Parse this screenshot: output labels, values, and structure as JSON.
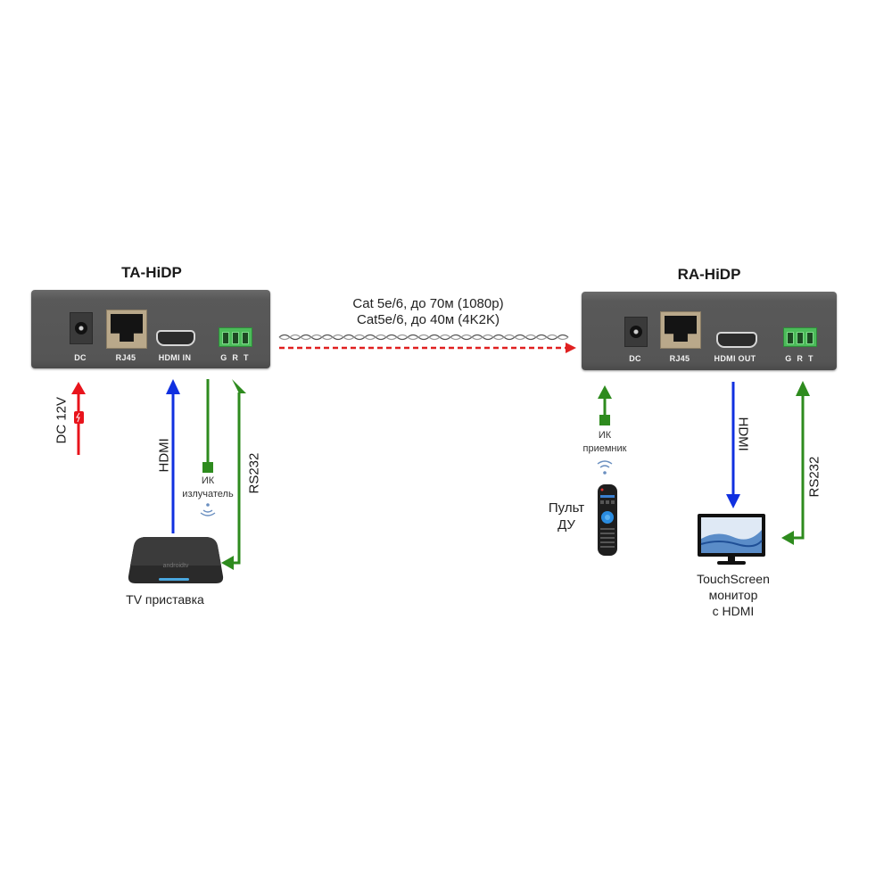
{
  "transmitter": {
    "title": "TA-HiDP",
    "ports": [
      "DC",
      "RJ45",
      "HDMI IN",
      "G R T"
    ]
  },
  "receiver": {
    "title": "RA-HiDP",
    "ports": [
      "DC",
      "RJ45",
      "HDMI OUT",
      "G R T"
    ]
  },
  "cable": {
    "line1": "Cat 5e/6, до 70м (1080p)",
    "line2": "Cat5e/6, до 40м (4K2K)"
  },
  "left_links": {
    "power": "DC 12V",
    "hdmi": "HDMI",
    "ir_label_line1": "ИК",
    "ir_label_line2": "излучатель",
    "rs232": "RS232"
  },
  "left_device": {
    "label": "TV приставка",
    "brand": "androidtv"
  },
  "right_links": {
    "ir_label_line1": "ИК",
    "ir_label_line2": "приемник",
    "hdmi": "HDMI",
    "rs232": "RS232"
  },
  "remote": {
    "label_line1": "Пульт",
    "label_line2": "ДУ"
  },
  "monitor": {
    "label_line1": "TouchScreen",
    "label_line2": "монитор",
    "label_line3": "с HDMI"
  },
  "colors": {
    "power": "#e8141c",
    "hdmi": "#1030e0",
    "control": "#2e8b1e",
    "cable_arrow": "#e02020"
  }
}
